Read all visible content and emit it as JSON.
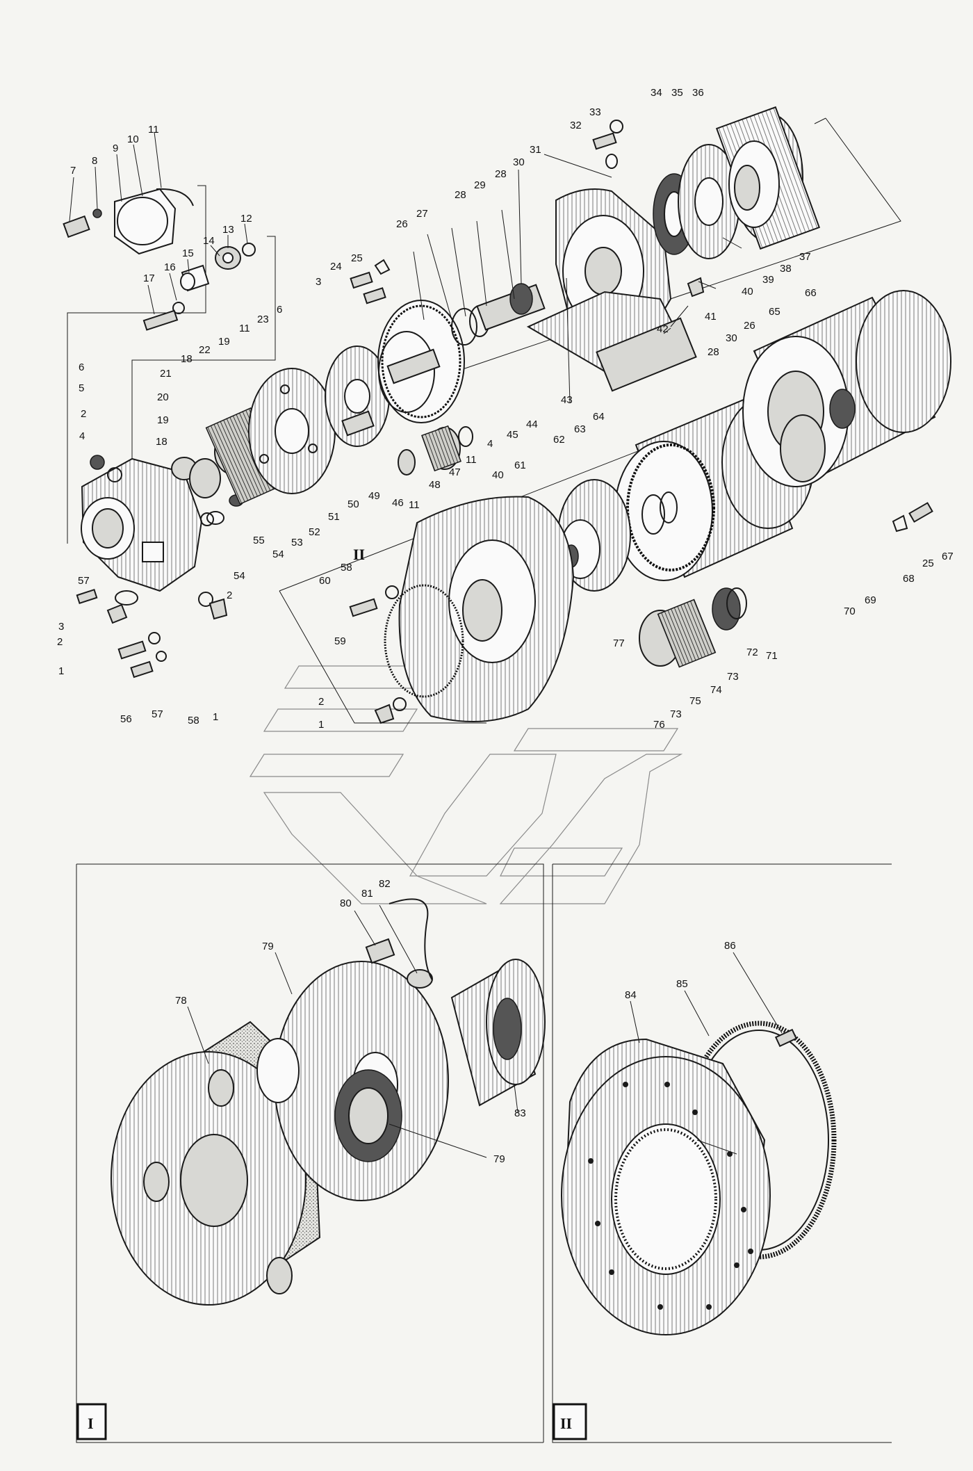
{
  "panels": [
    {
      "id": "panel-1",
      "roman": "I"
    },
    {
      "id": "panel-2",
      "roman": "II"
    }
  ],
  "callouts": {
    "c1": "1",
    "c1b": "1",
    "c1c": "1",
    "c2": "2",
    "c2b": "2",
    "c2c": "2",
    "c2d": "2",
    "c3": "3",
    "c3b": "3",
    "c4": "4",
    "c4b": "4",
    "c5": "5",
    "c6": "6",
    "c6b": "6",
    "c7": "7",
    "c8": "8",
    "c9": "9",
    "c10": "10",
    "c11": "11",
    "c11b": "11",
    "c11c": "11",
    "c11d": "11",
    "c12": "12",
    "c13": "13",
    "c14": "14",
    "c15": "15",
    "c16": "16",
    "c17": "17",
    "c18": "18",
    "c18b": "18",
    "c19": "19",
    "c19b": "19",
    "c20": "20",
    "c21": "21",
    "c22": "22",
    "c23": "23",
    "c24": "24",
    "c25": "25",
    "c25b": "25",
    "c26": "26",
    "c26b": "26",
    "c27": "27",
    "c28": "28",
    "c28b": "28",
    "c28c": "28",
    "c29": "29",
    "c30": "30",
    "c30b": "30",
    "c31": "31",
    "c32": "32",
    "c33": "33",
    "c34": "34",
    "c35": "35",
    "c36": "36",
    "c37": "37",
    "c38": "38",
    "c39": "39",
    "c40": "40",
    "c40b": "40",
    "c41": "41",
    "c42": "42",
    "c43": "43",
    "c44": "44",
    "c45": "45",
    "c46": "46",
    "c47": "47",
    "c48": "48",
    "c49": "49",
    "c50": "50",
    "c51": "51",
    "c52": "52",
    "c53": "53",
    "c54": "54",
    "c54b": "54",
    "c55": "55",
    "c56": "56",
    "c57": "57",
    "c57b": "57",
    "c58": "58",
    "c58b": "58",
    "c59": "59",
    "c60": "60",
    "c61": "61",
    "c62": "62",
    "c63": "63",
    "c64": "64",
    "c65": "65",
    "c66": "66",
    "c67": "67",
    "c68": "68",
    "c69": "69",
    "c70": "70",
    "c71": "71",
    "c72": "72",
    "c73": "73",
    "c73b": "73",
    "c74": "74",
    "c75": "75",
    "c76": "76",
    "c77": "77",
    "c78": "78",
    "c79": "79",
    "c79b": "79",
    "c80": "80",
    "c81": "81",
    "c82": "82",
    "c83": "83",
    "c84": "84",
    "c85": "85",
    "c86": "86",
    "romanII": "II"
  }
}
